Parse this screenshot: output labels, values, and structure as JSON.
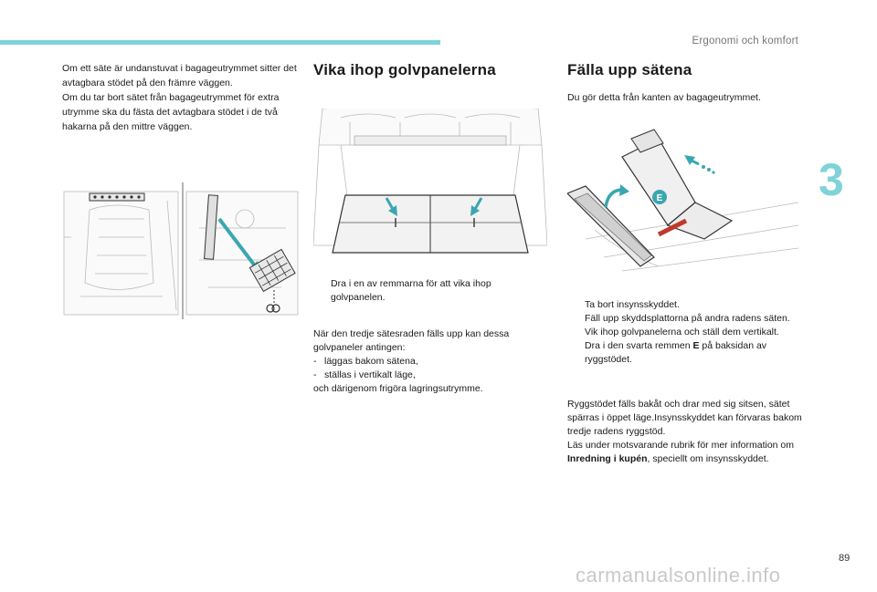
{
  "header": {
    "chapter_title": "Ergonomi och komfort",
    "chapter_number": "3"
  },
  "col1": {
    "paragraphs": [
      "Om ett säte är undanstuvat i bagageutrymmet sitter det avtagbara stödet på den främre väggen.",
      "Om du tar bort sätet från bagageutrymmet för extra utrymme ska du fästa det avtagbara stödet i de två hakarna på den mittre väggen."
    ]
  },
  "section_fold_panels": {
    "title": "Vika ihop golvpanelerna",
    "bullets": [
      "Dra i en av remmarna för att vika ihop golvpanelen."
    ],
    "text_intro": "När den tredje sätesraden fälls upp kan dessa golvpaneler antingen:",
    "dash_items": [
      "läggas bakom sätena,",
      "ställas i vertikalt läge,"
    ],
    "text_outro": "och därigenom frigöra lagringsutrymme."
  },
  "section_raise_seats": {
    "title": "Fälla upp sätena",
    "intro": "Du gör detta från kanten av bagageutrymmet.",
    "bullets": [
      "Ta bort insynsskyddet.",
      "Fäll upp skyddsplattorna på andra radens säten.",
      "Vik ihop golvpanelerna och ställ dem vertikalt."
    ],
    "strap_bullet_pre": "Dra i den svarta remmen ",
    "strap_bullet_bold": "E",
    "strap_bullet_post": " på baksidan av ryggstödet.",
    "text_1": "Ryggstödet fälls bakåt och drar med sig sitsen, sätet spärras i öppet läge.Insynsskyddet kan förvaras bakom tredje radens ryggstöd.",
    "text_2_pre": "Läs under motsvarande rubrik för mer information om ",
    "text_2_bold": "Inredning i kupén",
    "text_2_post": ", speciellt om insynsskyddet.",
    "figure_label": "E"
  },
  "bullet_marker": "",
  "dash_marker": "-",
  "page_number": "89",
  "watermark": "carmanualsonline.info",
  "colors": {
    "accent": "#7fd3d8",
    "arrow": "#3aa7b0",
    "strap": "#c0392b"
  }
}
